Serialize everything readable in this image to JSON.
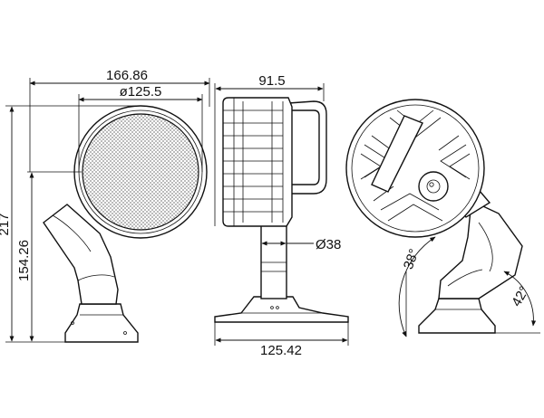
{
  "dimensions": {
    "overall_width": "166.86",
    "lens_diameter": "ø125.5",
    "overall_height": "217",
    "mount_height": "154.26",
    "depth": "91.5",
    "stem_diameter": "Ø38",
    "base_width": "125.42",
    "tilt_angle_head": "38°",
    "tilt_angle_arm": "42°"
  },
  "colors": {
    "line": "#111111",
    "background": "#ffffff"
  }
}
